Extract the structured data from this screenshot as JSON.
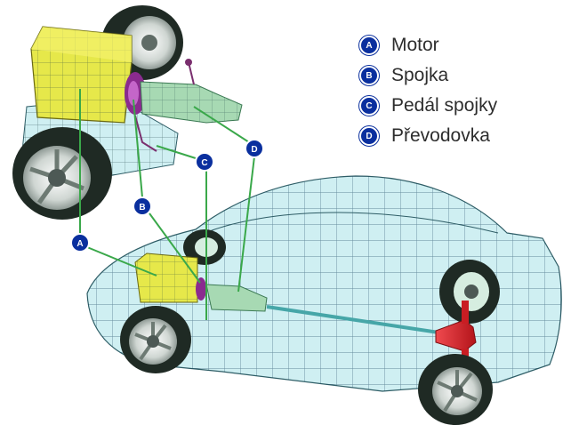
{
  "legend": {
    "items": [
      {
        "letter": "A",
        "label": "Motor"
      },
      {
        "letter": "B",
        "label": "Spojka"
      },
      {
        "letter": "C",
        "label": "Pedál spojky"
      },
      {
        "letter": "D",
        "label": "Převodovka"
      }
    ]
  },
  "callouts": [
    "A",
    "B",
    "C",
    "D"
  ],
  "colors": {
    "badge": "#0a2f9e",
    "leader_line": "#3aa84a",
    "engine": "#e6e84a",
    "gearbox": "#a7d9b3",
    "clutch": "#8a2b8f",
    "differential": "#d8242b",
    "body_mesh": "#cfeff2",
    "tire": "#1f2a24"
  }
}
